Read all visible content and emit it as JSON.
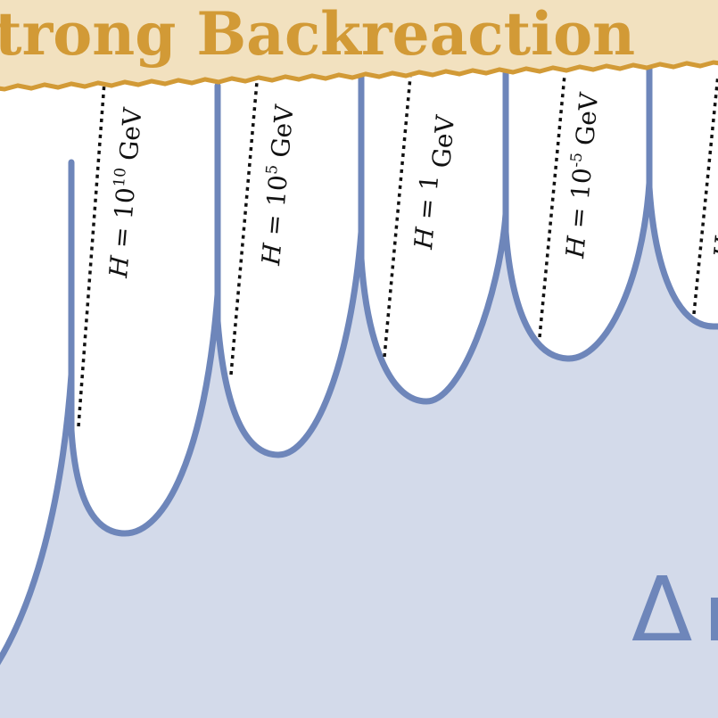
{
  "banner": {
    "title": "trong Backreaction",
    "fill_color": "#f2e1bf",
    "text_color": "#d29a36",
    "edge_color": "#d29a36"
  },
  "curve": {
    "stroke_color": "#6e86ba",
    "fill_color": "#d3daea"
  },
  "labels": [
    {
      "var": "H",
      "eq": " = ",
      "base": "10",
      "exp": "10",
      "unit": " GeV"
    },
    {
      "var": "H",
      "eq": " = ",
      "base": "10",
      "exp": "5",
      "unit": " GeV"
    },
    {
      "var": "H",
      "eq": " = ",
      "base": "1",
      "exp": "",
      "unit": " GeV"
    },
    {
      "var": "H",
      "eq": " = ",
      "base": "10",
      "exp": "-5",
      "unit": " GeV"
    },
    {
      "var": "H",
      "eq": "",
      "base": "",
      "exp": "",
      "unit": ""
    }
  ],
  "corner_symbol": "Δ"
}
